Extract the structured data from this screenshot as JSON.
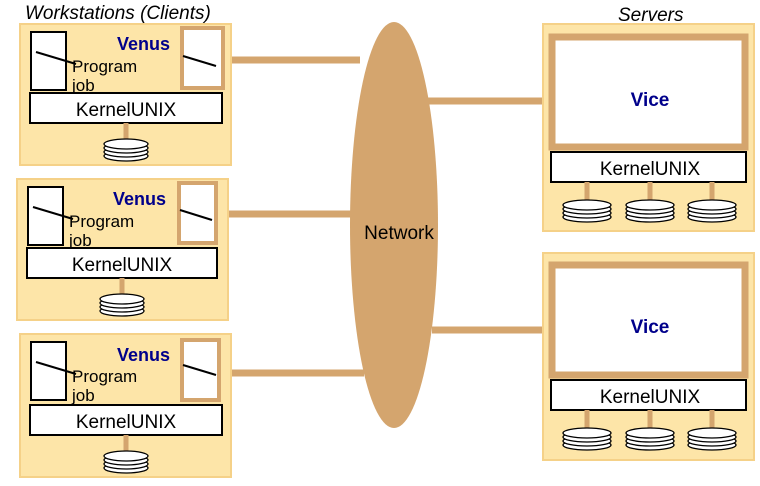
{
  "headings": {
    "workstations": "Workstations (Clients)",
    "servers": "Servers"
  },
  "network_label": "Network",
  "clients": [
    {
      "client_label": "Venus",
      "program_line1": "Program",
      "program_line2": "job",
      "kernel": "KernelUNIX"
    },
    {
      "client_label": "Venus",
      "program_line1": "Program",
      "program_line2": "job",
      "kernel": "KernelUNIX"
    },
    {
      "client_label": "Venus",
      "program_line1": "Program",
      "program_line2": "job",
      "kernel": "KernelUNIX"
    }
  ],
  "servers": [
    {
      "server_label": "Vice",
      "kernel": "KernelUNIX"
    },
    {
      "server_label": "Vice",
      "kernel": "KernelUNIX"
    }
  ],
  "colors": {
    "panel_fill": "#fde5a8",
    "panel_border": "#f5d188",
    "tan": "#d4a56e",
    "label_blue": "#00008b",
    "disk_fill": "#ffffff",
    "disk_stroke": "#000000"
  }
}
